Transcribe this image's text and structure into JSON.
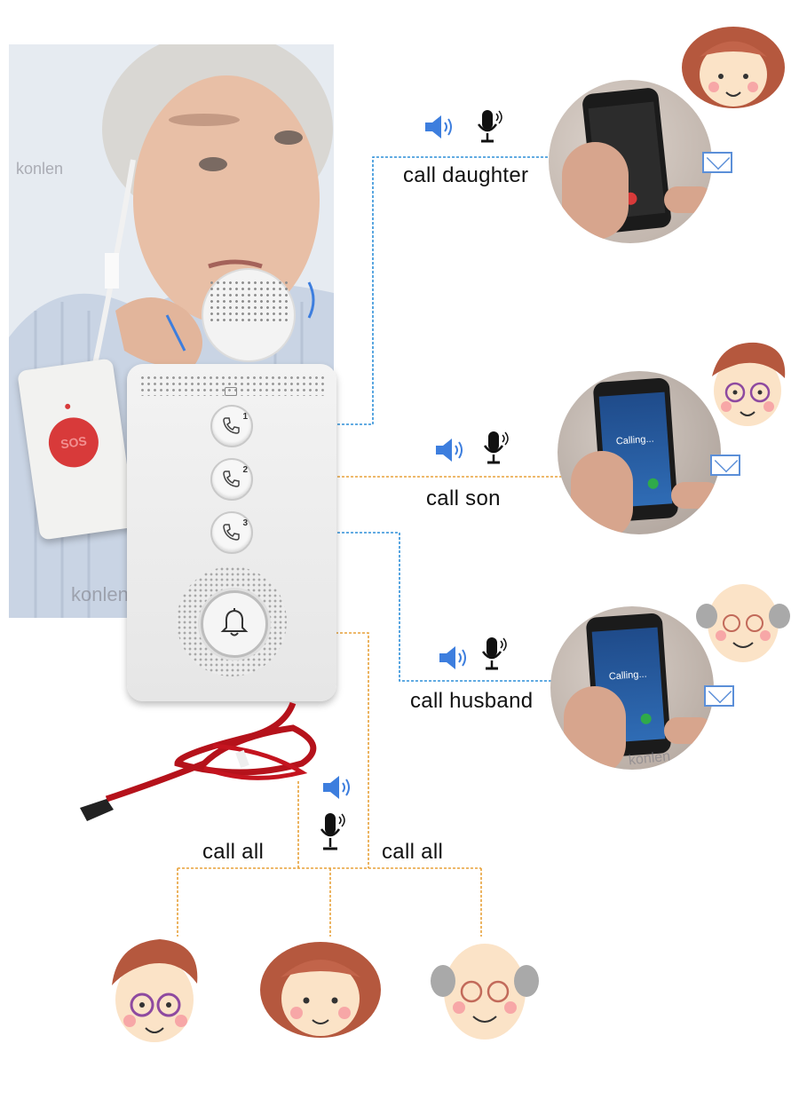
{
  "watermark": "konlen",
  "labels": {
    "daughter": "call daughter",
    "son": "call son",
    "husband": "call husband",
    "call_all_left": "call all",
    "call_all_right": "call all"
  },
  "buttons": {
    "b1": "1",
    "b2": "2",
    "b3": "3"
  },
  "pendant_text": "SOS",
  "phone_screens": {
    "son": "Calling...",
    "husband": "Calling..."
  },
  "colors": {
    "blue_line": "#2f8fd8",
    "orange_line": "#e8a23a",
    "accent_blue": "#3d7ede",
    "sos_red": "#d83a3a",
    "cord_red": "#b5121b"
  },
  "icons": [
    "speaker-icon",
    "microphone-icon",
    "envelope-icon",
    "phone-icon",
    "bell-icon"
  ]
}
